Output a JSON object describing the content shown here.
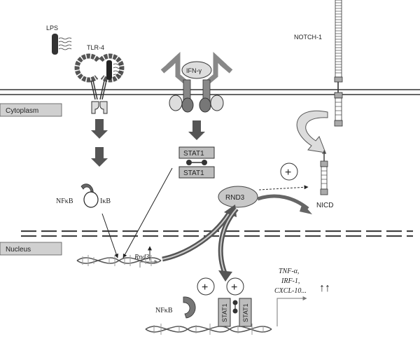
{
  "labels": {
    "lps": "LPS",
    "tlr4": "TLR-4",
    "ifn": "IFN-γ",
    "notch": "NOTCH-1",
    "cytoplasm": "Cytoplasm",
    "nucleus": "Nucleus",
    "stat1_top": "STAT1",
    "stat1_bottom": "STAT1",
    "stat1_dimer_a": "STAT1",
    "stat1_dimer_b": "STAT1",
    "rnd3_protein": "RND3",
    "nicd": "NICD",
    "nfkb_cyto": "NFκB",
    "ikb": "IκB",
    "rnd3_gene": "Rnd3",
    "nfkb_nuc": "NFκB",
    "plus_rnd3": "+",
    "plus_nfkb": "+",
    "plus_stat": "+",
    "targets_line1": "TNF-α,",
    "targets_line2": "IRF-1,",
    "targets_line3": "CXCL-10...",
    "upregulation": "↑↑"
  },
  "colors": {
    "membrane": "#333333",
    "arrow_dark": "#555555",
    "box_fill": "#bdbdbd",
    "light_fill": "#e6e6e6",
    "stroke": "#333333"
  }
}
